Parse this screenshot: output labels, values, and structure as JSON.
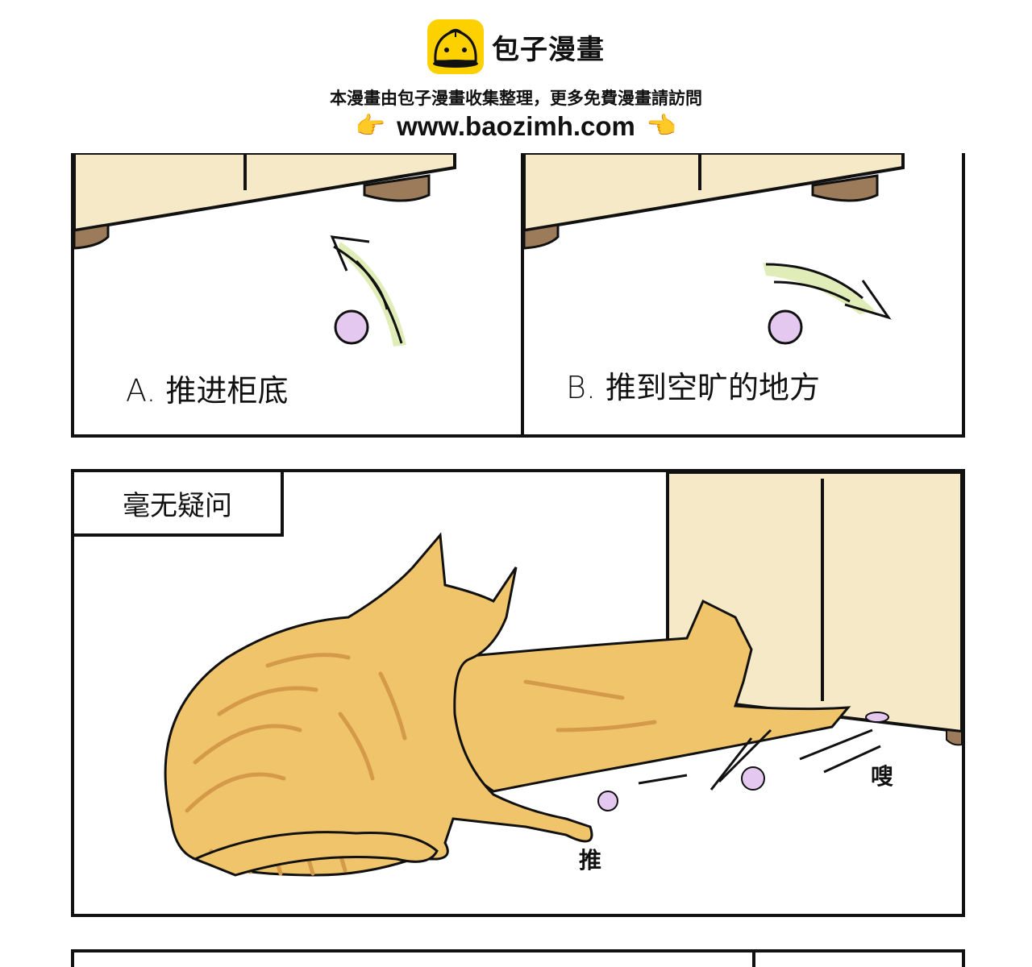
{
  "header": {
    "logo_icon": "baozi-bun-icon",
    "site_name": "包子漫畫",
    "notice": "本漫畫由包子漫畫收集整理，更多免費漫畫請訪問",
    "url": "www.baozimh.com",
    "left_pointer": "👉",
    "right_pointer": "👈"
  },
  "panels": [
    {
      "id": "panel-a",
      "caption": "A. 推进柜底",
      "description": "Cabinet bottom with ball and upward arrow pointing under cabinet"
    },
    {
      "id": "panel-b",
      "caption": "B. 推到空旷的地方",
      "description": "Cabinet bottom with ball and arrow curving away to open space"
    },
    {
      "id": "panel-c",
      "caption": "毫无疑问",
      "sfx_push": "推",
      "sfx_whoosh": "嗖",
      "description": "Orange tabby cat pushing a ball under the cabinet"
    },
    {
      "id": "panel-d",
      "description": "Next panel (partially visible)"
    }
  ],
  "colors": {
    "logo_yellow": "#fdd000",
    "cabinet": "#f5e9c8",
    "cabinet_leg": "#9c7b5a",
    "ball": "#e4c8f0",
    "arrow_hatch": "#d9e8a8",
    "cat_fur": "#f0c46a",
    "cat_stripe": "#d49a4a"
  }
}
